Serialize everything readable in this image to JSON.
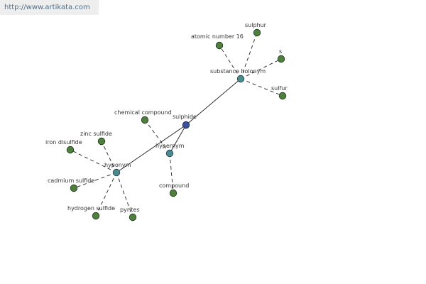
{
  "watermark": {
    "text": "http://www.artikata.com"
  },
  "center": {
    "label": "sulphide"
  },
  "relations": {
    "substance_holonym": {
      "label": "substance holonym"
    },
    "hypernym": {
      "label": "hypernym"
    },
    "hyponym": {
      "label": "hyponym"
    }
  },
  "words": {
    "atomic_number_16": {
      "label": "atomic number 16"
    },
    "sulphur": {
      "label": "sulphur"
    },
    "s": {
      "label": "s"
    },
    "sulfur": {
      "label": "sulfur"
    },
    "chemical_compound": {
      "label": "chemical compound"
    },
    "compound": {
      "label": "compound"
    },
    "zinc_sulfide": {
      "label": "zinc sulfide"
    },
    "iron_disulfide": {
      "label": "iron disulfide"
    },
    "cadmium_sulfide": {
      "label": "cadmium sulfide"
    },
    "hydrogen_sulfide": {
      "label": "hydrogen sulfide"
    },
    "pyrites": {
      "label": "pyrites"
    }
  },
  "colors": {
    "word_node": "#4f7f3e",
    "relation_node": "#4a8b8f",
    "center_node": "#3a4f9e"
  }
}
